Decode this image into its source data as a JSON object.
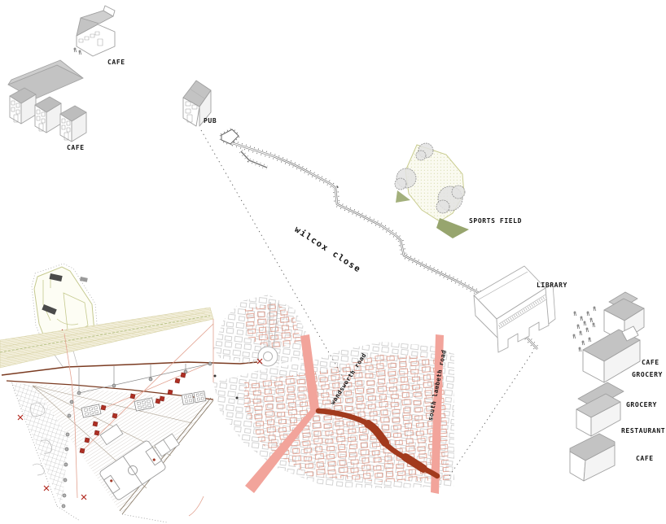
{
  "labels": {
    "cafe_top": "CAFE",
    "cafe_terrace": "CAFE",
    "pub": "PUB",
    "sports_field": "SPORTS FIELD",
    "library": "LIBRARY",
    "wilcox_close": "wilcox close",
    "wandsworth_road": "wandsworth road",
    "south_lambeth_road": "south lambeth road",
    "cafe_right": "CAFE",
    "grocery_upper": "GROCERY",
    "grocery_lower": "GROCERY",
    "restaurant": "RESTAURANT",
    "cafe_bottom": "CAFE"
  },
  "colors": {
    "roof_gray": "#c3c3c3",
    "outline_gray": "#9f9f9f",
    "road_pink": "#f2a49b",
    "route_maroon": "#a23a1d",
    "boundary_brown": "#7a3a20",
    "marker_red": "#ae2f24",
    "park_olive": "#c9cc8f",
    "field_fill": "#fafaf0",
    "shadow_green": "#97a56e",
    "dark_building": "#4a4a4a",
    "map_gray": "#c9c9c9",
    "map_salmon": "#de9583"
  }
}
